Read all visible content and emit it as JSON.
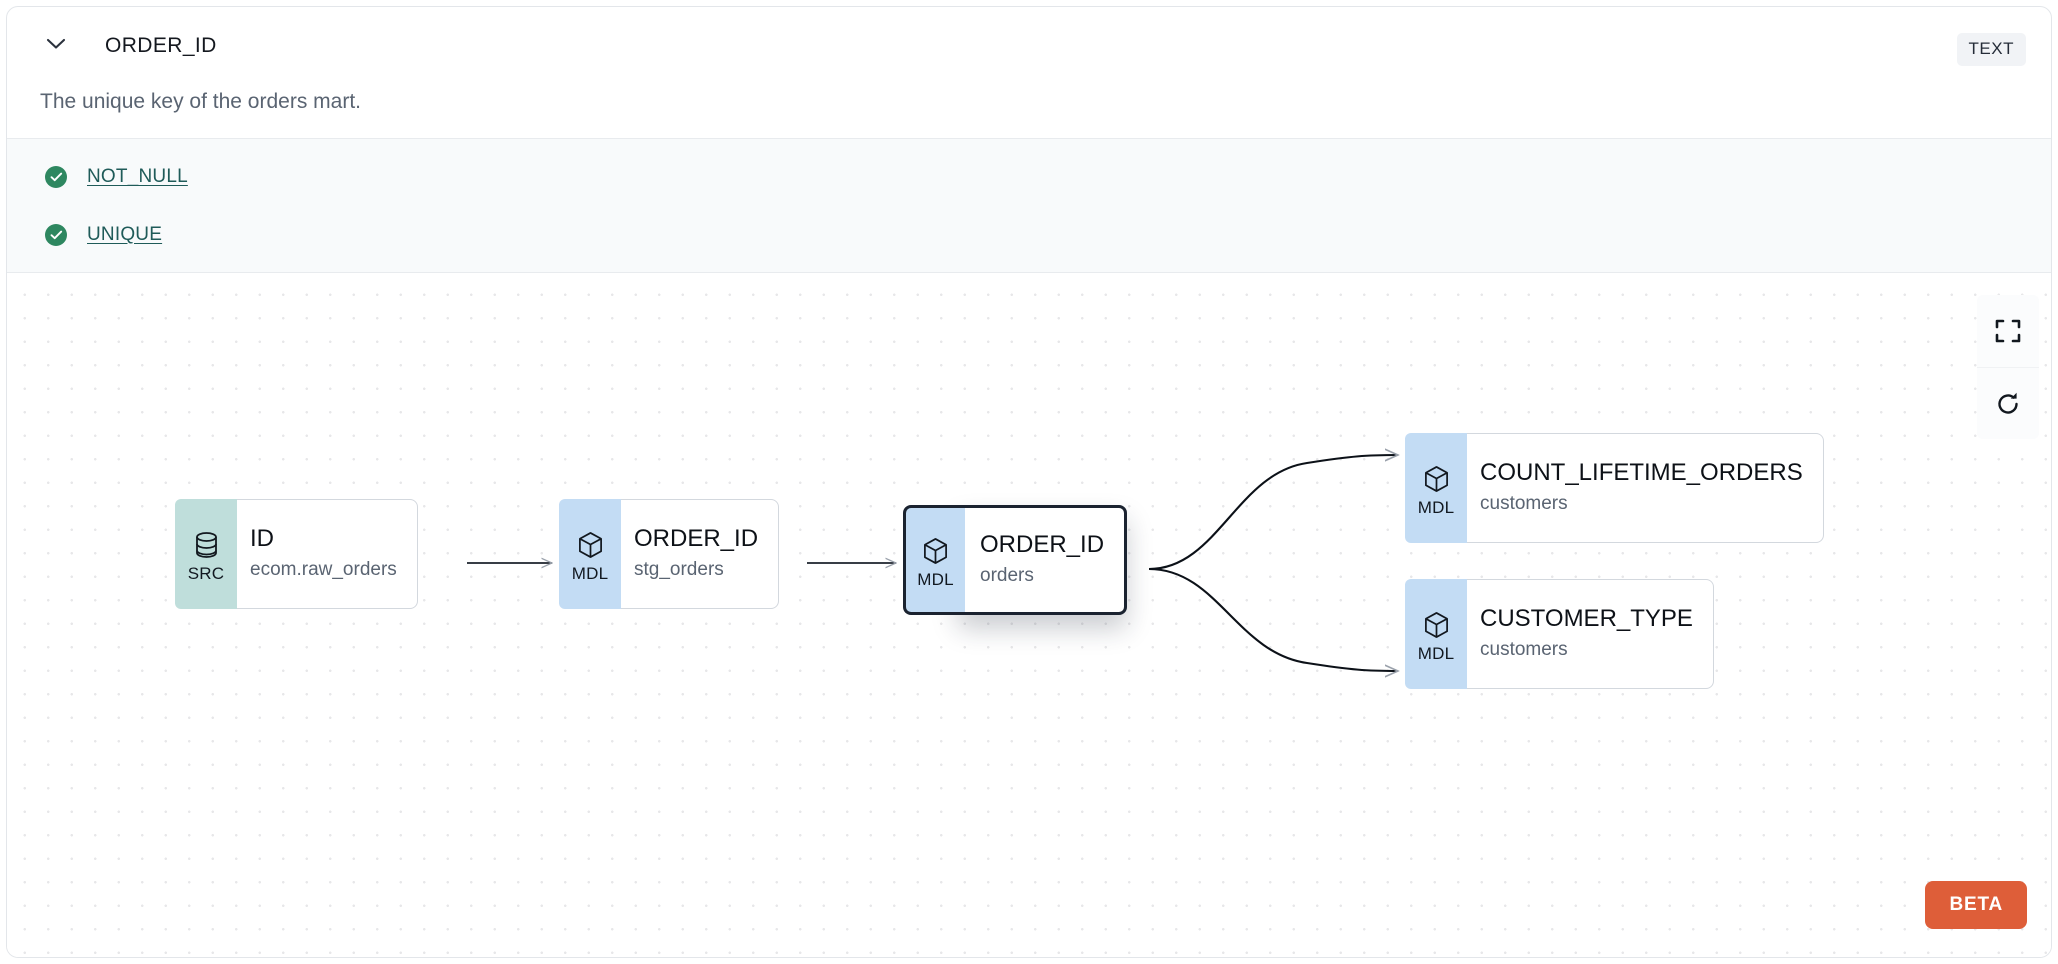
{
  "header": {
    "collapse_icon": "chevron-down-icon",
    "title": "ORDER_ID",
    "type_badge": "TEXT"
  },
  "description": "The unique key of the orders mart.",
  "tests": {
    "status_icon": "check-circle-icon",
    "items": [
      {
        "label": "NOT_NULL",
        "status": "pass"
      },
      {
        "label": "UNIQUE",
        "status": "pass"
      }
    ]
  },
  "lineage": {
    "nodes": [
      {
        "id": "src",
        "badge": "SRC",
        "badge_icon": "database-icon",
        "name": "ID",
        "parent": "ecom.raw_orders",
        "selected": false
      },
      {
        "id": "stg",
        "badge": "MDL",
        "badge_icon": "cube-icon",
        "name": "ORDER_ID",
        "parent": "stg_orders",
        "selected": false
      },
      {
        "id": "orders",
        "badge": "MDL",
        "badge_icon": "cube-icon",
        "name": "ORDER_ID",
        "parent": "orders",
        "selected": true
      },
      {
        "id": "count",
        "badge": "MDL",
        "badge_icon": "cube-icon",
        "name": "COUNT_LIFETIME_ORDERS",
        "parent": "customers",
        "selected": false
      },
      {
        "id": "custtype",
        "badge": "MDL",
        "badge_icon": "cube-icon",
        "name": "CUSTOMER_TYPE",
        "parent": "customers",
        "selected": false
      }
    ],
    "controls": [
      {
        "name": "fit-view",
        "icon": "fullscreen-icon"
      },
      {
        "name": "refresh",
        "icon": "refresh-icon"
      }
    ],
    "beta_badge": "BETA"
  },
  "colors": {
    "src_badge_bg": "#bfdedb",
    "mdl_badge_bg": "#c3dcf4",
    "test_pass": "#2e8760",
    "test_link": "#1f5b59",
    "beta": "#de5e39",
    "selected_border": "#1b2330",
    "tests_bg": "#f8fafb"
  }
}
